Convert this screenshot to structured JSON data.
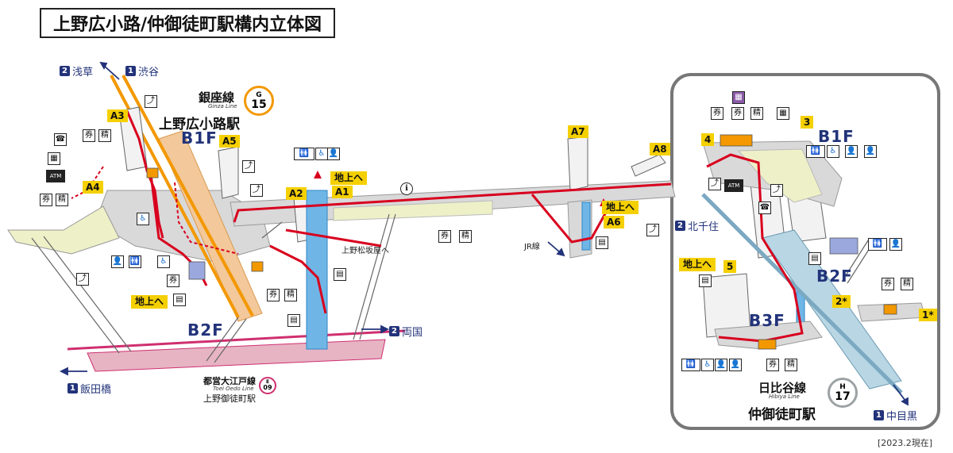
{
  "title": "上野広小路/仲御徒町駅構内立体図",
  "directions": {
    "asakusa": {
      "num": "2",
      "label": "浅草"
    },
    "shibuya": {
      "num": "1",
      "label": "渋谷"
    },
    "ryogoku": {
      "num": "2",
      "label": "両国"
    },
    "iidabashi": {
      "num": "1",
      "label": "飯田橋"
    },
    "kitasenju": {
      "num": "2",
      "label": "北千住"
    },
    "nakameguro": {
      "num": "1",
      "label": "中目黒"
    }
  },
  "ginza": {
    "line_jp": "銀座線",
    "line_en": "Ginza Line",
    "code_letter": "G",
    "code_num": "15",
    "station": "上野広小路駅",
    "color": "#f39800"
  },
  "oedo": {
    "line_jp": "都営大江戸線",
    "line_en": "Toei Oedo Line",
    "code_letter": "E",
    "code_num": "09",
    "station": "上野御徒町駅",
    "color": "#cf2f6f"
  },
  "hibiya": {
    "line_jp": "日比谷線",
    "line_en": "Hibiya Line",
    "code_letter": "H",
    "code_num": "17",
    "station": "仲御徒町駅",
    "color": "#9ca2a4"
  },
  "floors": {
    "left_b1": "B1F",
    "left_b2": "B2F",
    "right_b1": "B1F",
    "right_b2": "B2F",
    "right_b3": "B3F"
  },
  "exits": {
    "a1": "A1",
    "a2": "A2",
    "a3": "A3",
    "a4": "A4",
    "a5": "A5",
    "a6": "A6",
    "a7": "A7",
    "a8": "A8",
    "e1": "1*",
    "e2": "2*",
    "e3": "3",
    "e4": "4",
    "e5": "5"
  },
  "ground_label": "地上へ",
  "labels": {
    "matsuzakaya": "上野松坂屋へ",
    "jr_line": "JR線",
    "as_of": "[2023.2現在]"
  },
  "icons": {
    "telephone": "☎",
    "ticket_machine": "券",
    "fare_adjust": "精",
    "atm": "ATM",
    "escalator": "⤴",
    "elevator": "▤",
    "toilet": "🚻",
    "wheelchair": "♿",
    "info": "ℹ",
    "locker": "🔒",
    "coin_locker": "▦",
    "staff": "👤"
  },
  "colors": {
    "route": "#d8001e",
    "concourse": "#d9d9d9",
    "ginza_band": "#f3c89a",
    "elevator_shaft": "#6fb6e6",
    "oedo_band": "#e7b4c4",
    "hibiya_band": "#b9d6e4",
    "panel_border": "#777777",
    "navy": "#22337a"
  }
}
